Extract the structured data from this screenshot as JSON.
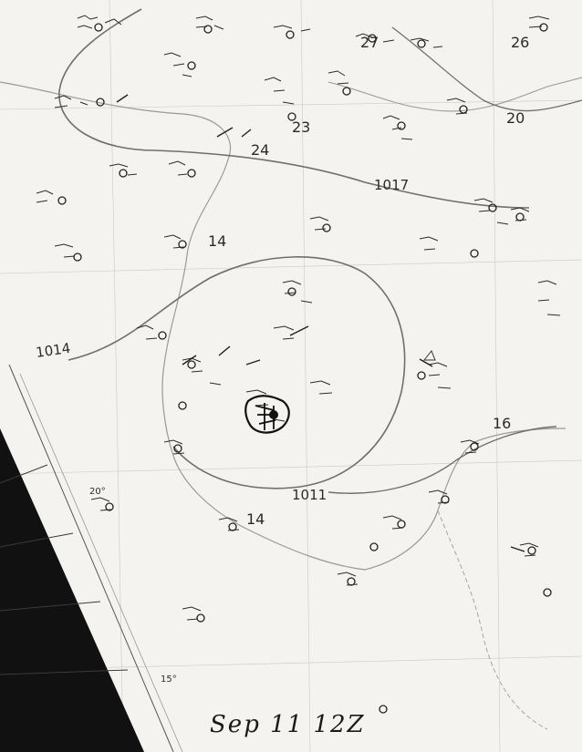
{
  "caption": "Sep 11 12Z",
  "isobars": [
    {
      "label": "1017"
    },
    {
      "label": "1014"
    },
    {
      "label": "1011"
    }
  ],
  "latitude_labels": [
    "20°",
    "15°"
  ],
  "pressure_marks": [
    "27",
    "26",
    "20",
    "23",
    "24",
    "14",
    "14",
    "16"
  ],
  "colors": {
    "paper": "#f4f3ef",
    "ink": "#2a2a2a",
    "pencil": "#777777",
    "black_margin": "#111111"
  }
}
